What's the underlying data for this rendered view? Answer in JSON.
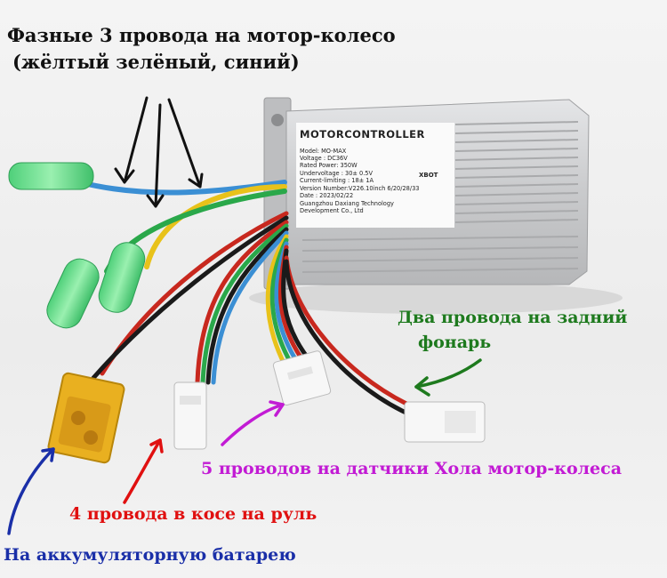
{
  "labels": {
    "phase_line1": "Фазные 3 провода на мотор-колесо",
    "phase_line2": "(жёлтый зелёный, синий)",
    "rear_light_line1": "Два провода на задний",
    "rear_light_line2": "фонарь",
    "hall_sensors": "5 проводов на датчики Хола мотор-колеса",
    "handlebar": "4 провода в косе на руль",
    "battery": "На аккумуляторную батарею"
  },
  "nameplate": {
    "title": "MOTORCONTROLLER",
    "lines": [
      "Model: MO-MAX",
      "Voltage : DC36V",
      "Rated Power: 350W",
      "Undervoltage : 30± 0.5V",
      "Current-limiting : 18± 1A",
      "Version Number:V226.10inch 6/20/28/33",
      "Date :   2023/02/22",
      "Guangzhou Daxiang Technology",
      "Development Co., Ltd"
    ],
    "brand": "XBOT"
  },
  "colors": {
    "phase_label": "#111111",
    "rear_light_label": "#1e7a1e",
    "hall_label": "#c21bd4",
    "handlebar_label": "#e01010",
    "battery_label": "#1a2fa8",
    "wire_yellow": "#e8c21a",
    "wire_green": "#2aa84a",
    "wire_blue": "#3b8fd4",
    "wire_red": "#c8281e",
    "wire_black": "#1a1a1a",
    "xt60_connector": "#e9b020",
    "controller_housing": "#cfd0d2"
  }
}
